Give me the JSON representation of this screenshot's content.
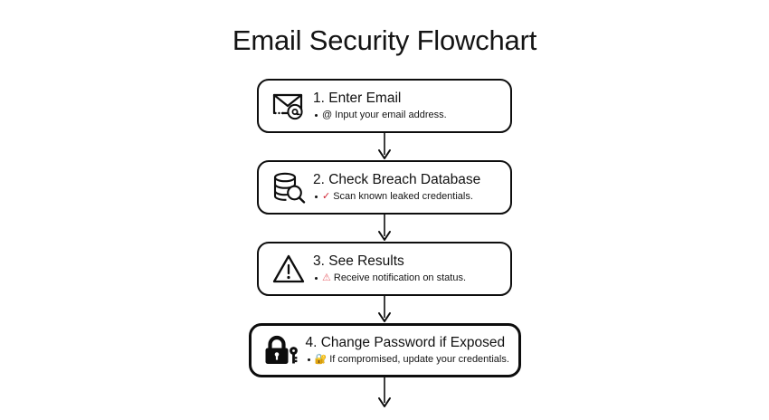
{
  "page": {
    "title": "Email Security Flowchart",
    "background_color": "#ffffff",
    "text_color": "#111111",
    "border_color": "#0d0d0d"
  },
  "flow": {
    "connector_arrow_name": "down-arrow",
    "steps": [
      {
        "id": "enter-email",
        "icon": "envelope-at-icon",
        "title": "1. Enter Email",
        "detail_glyph": "@",
        "detail_glyph_color": "#141414",
        "detail": "Input your email address.",
        "emphasis": false
      },
      {
        "id": "check-breach-database",
        "icon": "database-search-icon",
        "title": "2. Check Breach Database",
        "detail_glyph": "✓",
        "detail_glyph_color": "#cf2130",
        "detail": "Scan known leaked credentials.",
        "emphasis": false
      },
      {
        "id": "see-results",
        "icon": "warning-triangle-icon",
        "title": "3. See Results",
        "detail_glyph": "⚠",
        "detail_glyph_color": "#e86a72",
        "detail": "Receive notification on status.",
        "emphasis": false
      },
      {
        "id": "change-password-if-exposed",
        "icon": "padlock-key-icon",
        "title": "4. Change Password if Exposed",
        "detail_glyph": "🔐",
        "detail_glyph_color": "#d8a93c",
        "detail": "If compromised, update your credentials.",
        "emphasis": true
      }
    ]
  }
}
